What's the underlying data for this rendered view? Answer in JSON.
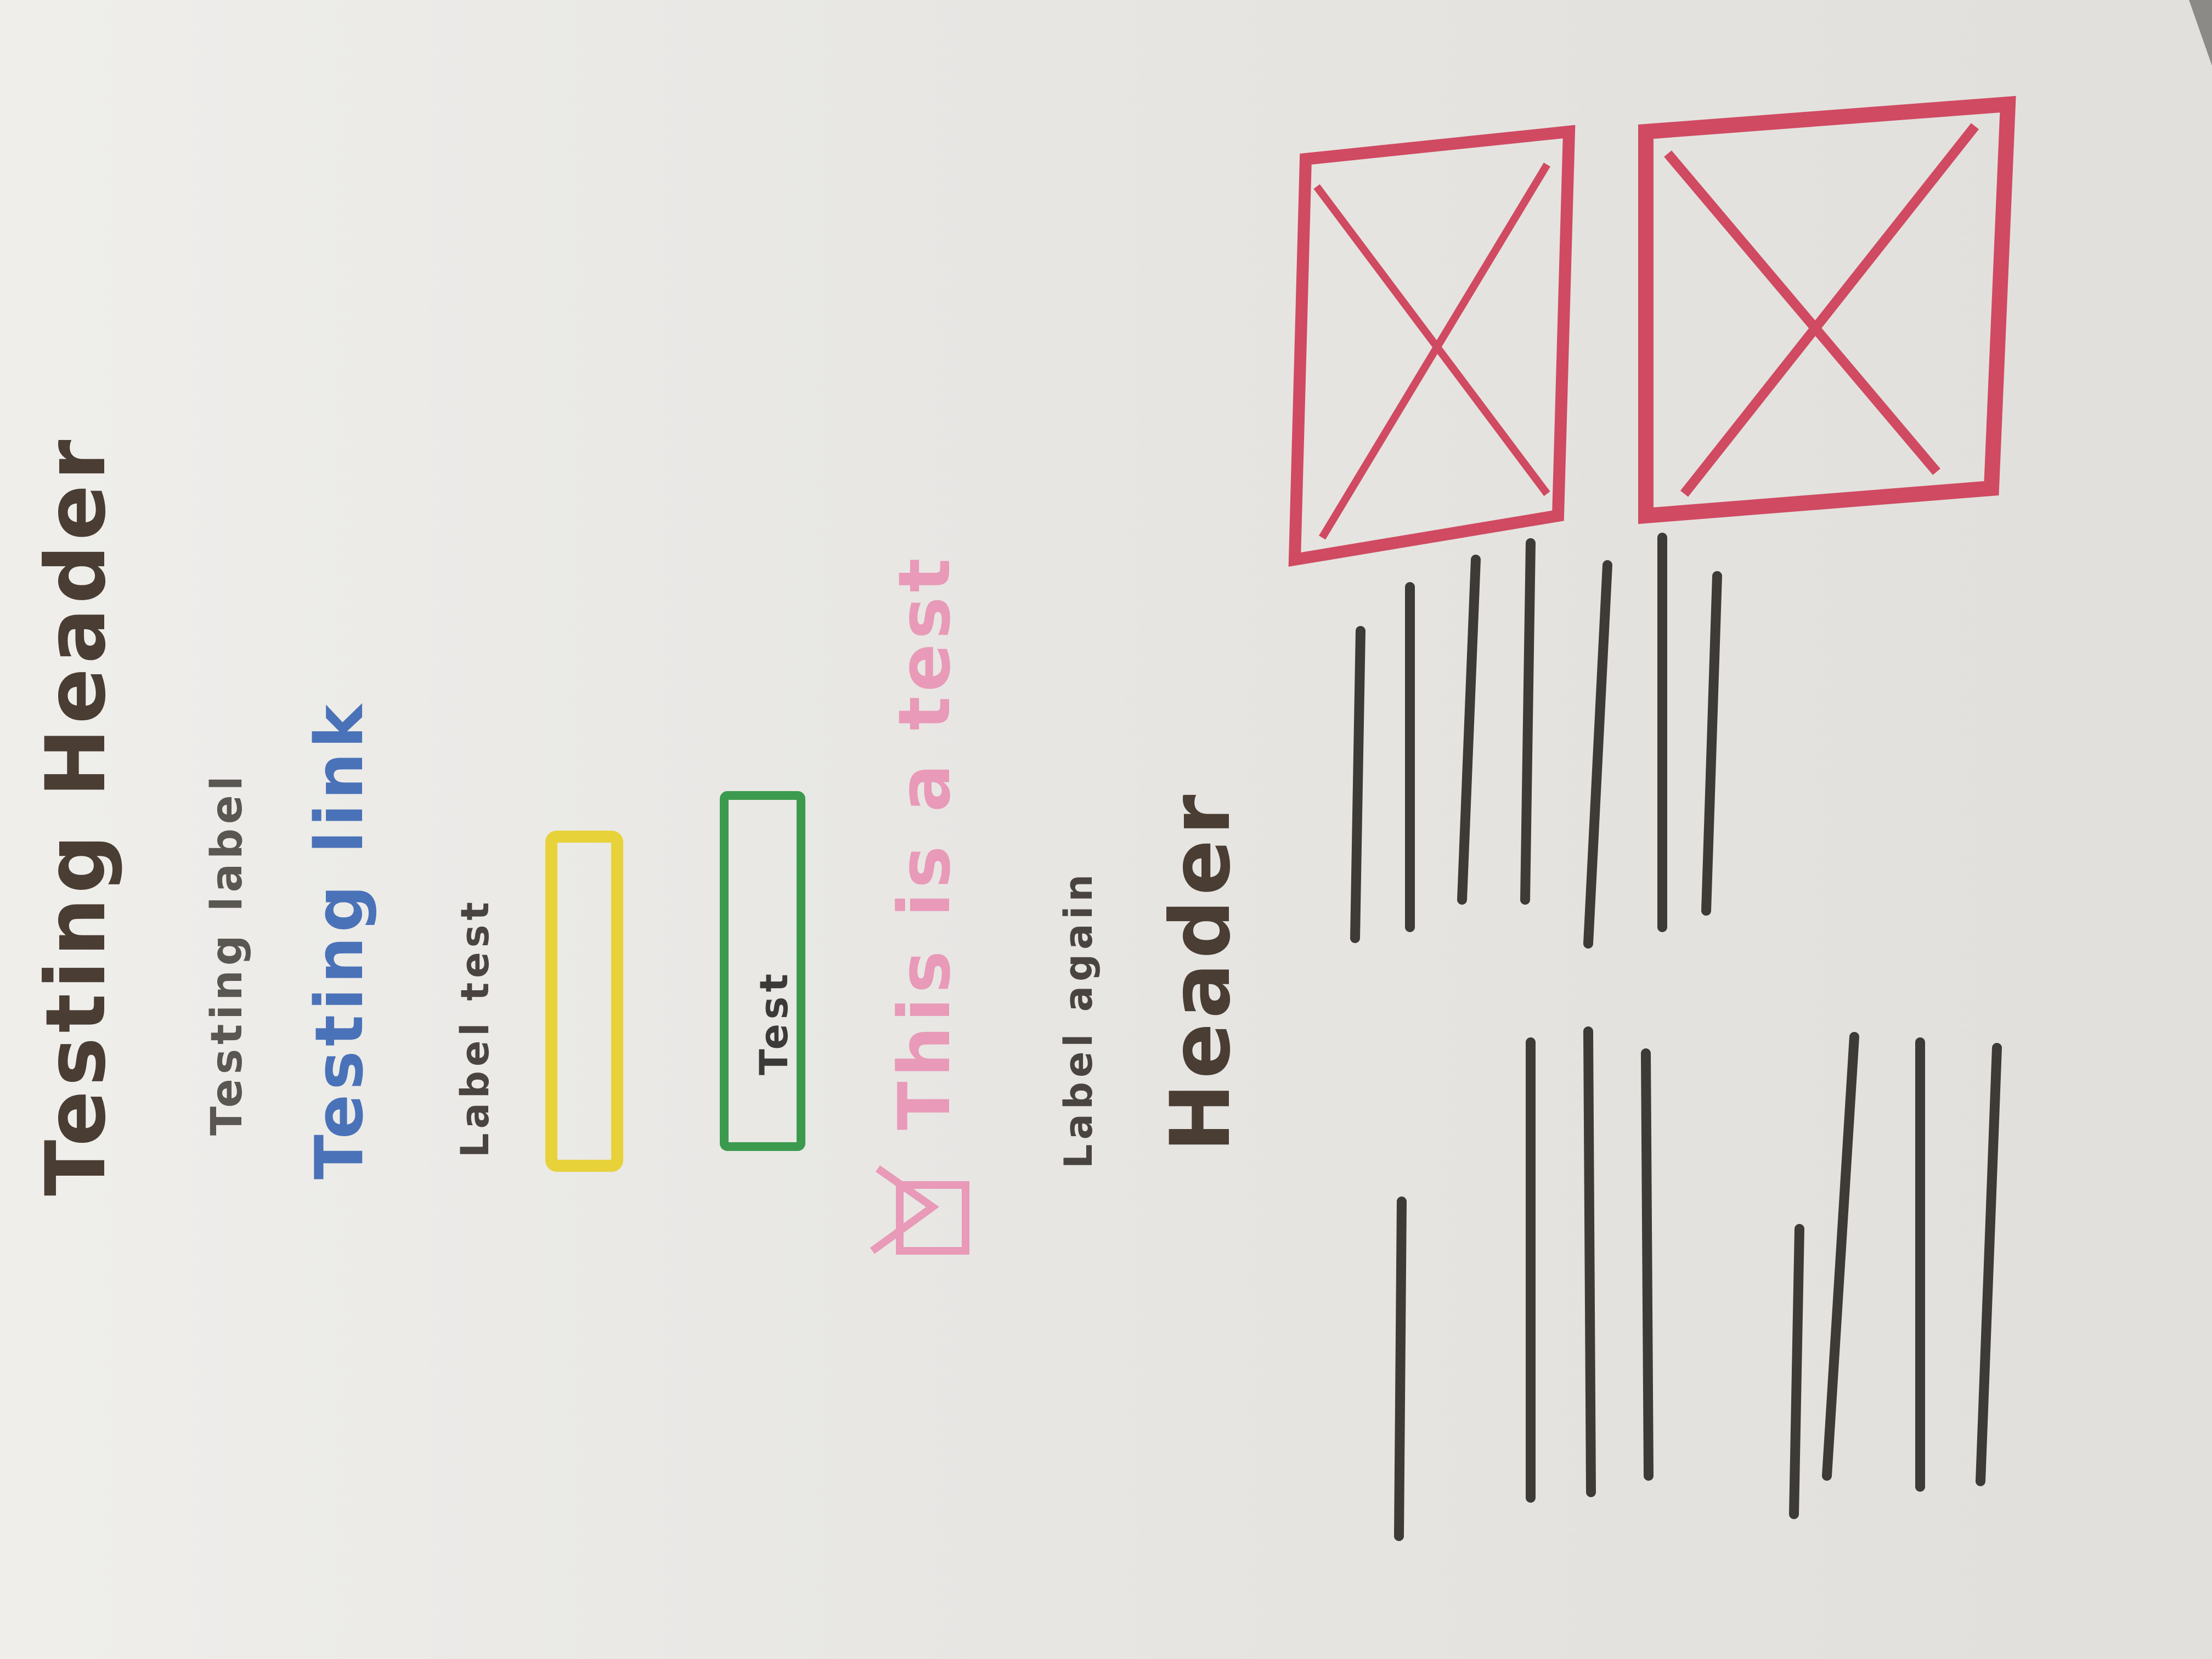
{
  "sketch": {
    "header_title": "Testing Header",
    "label_text": "Testing label",
    "link_text": "Testing link",
    "input_label": "Label test",
    "button_label": "Test",
    "checkbox_label": "This is a test",
    "label_again": "Label again",
    "section_header": "Header"
  },
  "colors": {
    "paper": "#ecebe8",
    "paper_shadow": "#dcdad6",
    "table_top": "#8c8a86",
    "pencil_dark": "#4a3d33",
    "pencil_gray": "#5a5652",
    "pencil_blue": "#4a72b8",
    "pencil_yellow": "#e8d23a",
    "pencil_green": "#3c9a4e",
    "pencil_pink": "#e89ab8",
    "pencil_red": "#d04a62",
    "line_gray": "#3e3a36"
  },
  "icons": [
    "checkbox-check-icon",
    "image-placeholder-icon"
  ]
}
